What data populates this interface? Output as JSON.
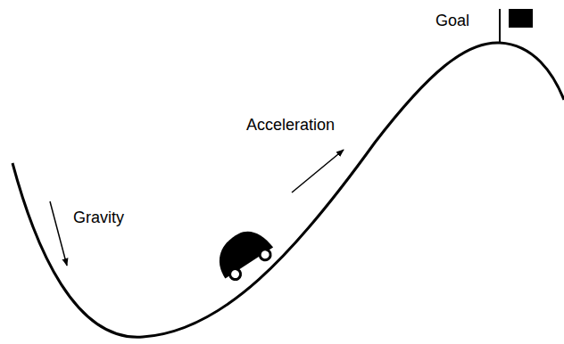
{
  "diagram": {
    "labels": [
      "Goal",
      "Acceleration",
      "Gravity"
    ]
  }
}
